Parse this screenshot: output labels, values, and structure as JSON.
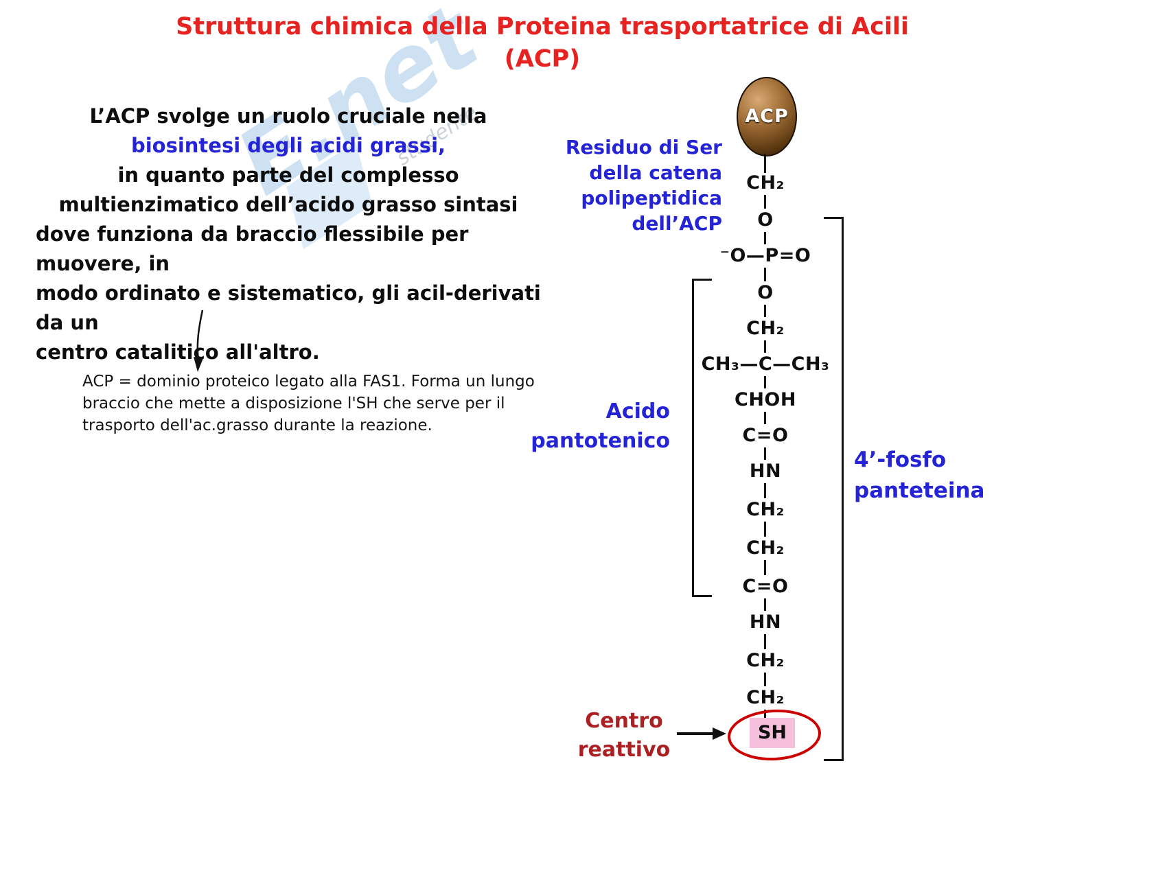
{
  "title": {
    "line1": "Struttura chimica della Proteina trasportatrice di Acili",
    "line2": "(ACP)"
  },
  "watermark": {
    "big": "E.net",
    "small": "studente"
  },
  "intro": {
    "line1": "L’ACP svolge un ruolo cruciale nella",
    "line2": "biosintesi degli acidi grassi,",
    "line3": "in quanto parte del complesso",
    "line4": "multienzimatico dell’acido grasso sintasi",
    "line5": "dove funziona da braccio flessibile per muovere, in",
    "line6": "modo ordinato e sistematico, gli acil-derivati da un",
    "line7": "centro catalitico all'altro."
  },
  "note": "ACP = dominio proteico legato alla FAS1. Forma un lungo braccio che mette a disposizione l'SH che serve per il trasporto dell'ac.grasso durante la reazione.",
  "labels": {
    "ser1": "Residuo di Ser",
    "ser2": "della catena",
    "ser3": "polipeptidica",
    "ser4": "dell’ACP",
    "acido1": "Acido",
    "acido2": "pantotenico",
    "fosfo1": "4’-fosfo",
    "fosfo2": "panteteina",
    "centro1": "Centro",
    "centro2": "reattivo"
  },
  "chain": {
    "head": "ACP",
    "nodes": [
      "CH₂",
      "O",
      "⁻O—P=O",
      "O",
      "CH₂",
      "CH₃—C—CH₃",
      "CHOH",
      "C=O",
      "HN",
      "CH₂",
      "CH₂",
      "C=O",
      "HN",
      "CH₂",
      "CH₂",
      "SH"
    ]
  },
  "colors": {
    "title_red": "#e62320",
    "label_blue": "#2424d6",
    "dark_red": "#ab2023",
    "sh_pink": "#f5bedb",
    "ellipse_red": "#cc0000",
    "acp_ball_brown": "#7a4a1e"
  }
}
